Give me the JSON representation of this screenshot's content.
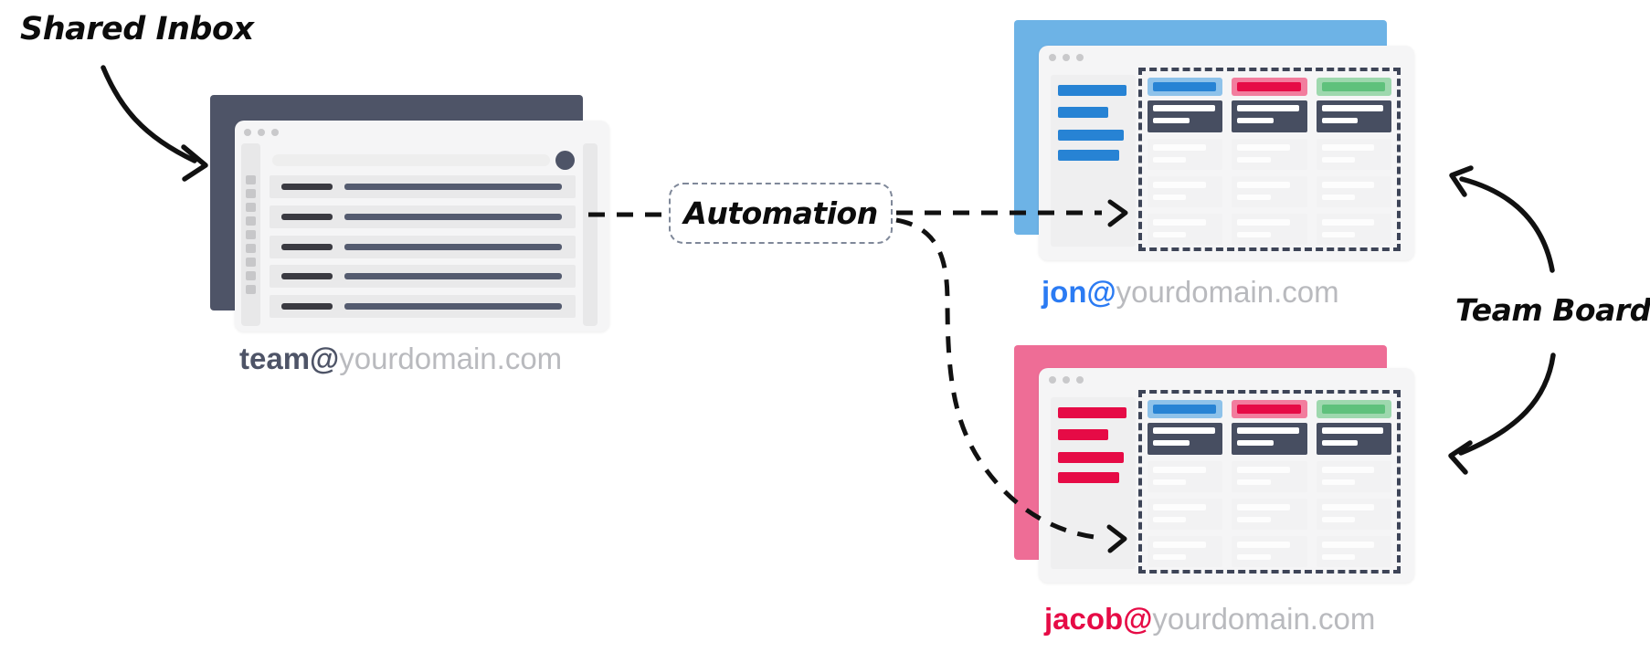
{
  "labels": {
    "shared_inbox": "Shared Inbox",
    "automation": "Automation",
    "team_board": "Team Board"
  },
  "inbox": {
    "caption_user": "team@",
    "caption_domain": "yourdomain.com"
  },
  "boards": [
    {
      "name": "jon",
      "caption_user": "jon@",
      "caption_domain": "yourdomain.com",
      "accent": "#6db3e6"
    },
    {
      "name": "jacob",
      "caption_user": "jacob@",
      "caption_domain": "yourdomain.com",
      "accent": "#ee6d96"
    }
  ],
  "colors": {
    "slate": "#4e5467",
    "ink": "#3a3a41",
    "win": "#f5f5f6",
    "row": "#e9e9ea",
    "rail": "#e8e8e9",
    "square": "#c7c7c9",
    "dot": "#c9c9cb",
    "search": "#eeeeee",
    "rowbar": "#545b6f",
    "sky": "#6db3e6",
    "blue": "#2783d4",
    "blue-tint": "#8ec2ea",
    "crimson": "#e60b46",
    "pink": "#ee6d96",
    "pink-tint": "#f27d9e",
    "green": "#5fc17c",
    "green-tint": "#9ed8ae",
    "card-dark": "#474e61",
    "card-light": "#f2f2f3",
    "dash": "#3d4457",
    "box-border": "#7f8899",
    "text-gray": "#b9babe",
    "jon-blue": "#2b7bf3",
    "arrow": "#111111",
    "sidebar": "#efeff0"
  }
}
